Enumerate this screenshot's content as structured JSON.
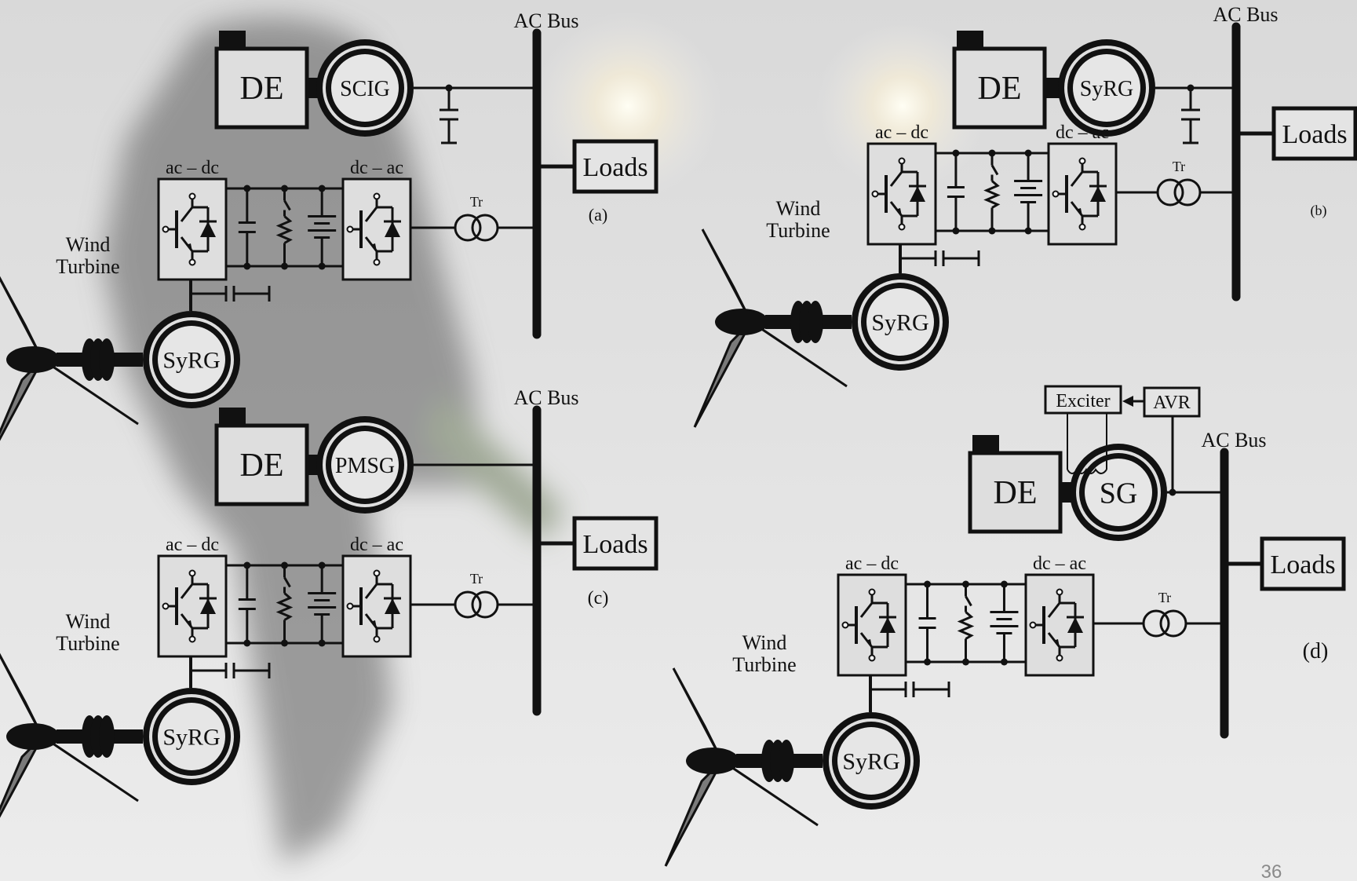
{
  "slide": {
    "page_number": "36"
  },
  "diagrams": [
    {
      "panel": "(a)",
      "ac_bus": "AC Bus",
      "diesel_engine": "DE",
      "generator": "SCIG",
      "has_capacitor": true,
      "loads": "Loads",
      "rectifier": "ac – dc",
      "inverter": "dc – ac",
      "transformer": "Tr",
      "wind_turbine": [
        "Wind",
        "Turbine"
      ],
      "wind_generator": "SyRG"
    },
    {
      "panel": "(b)",
      "ac_bus": "AC Bus",
      "diesel_engine": "DE",
      "generator": "SyRG",
      "has_capacitor": true,
      "loads": "Loads",
      "rectifier": "ac – dc",
      "inverter": "dc – ac",
      "transformer": "Tr",
      "wind_turbine": [
        "Wind",
        "Turbine"
      ],
      "wind_generator": "SyRG"
    },
    {
      "panel": "(c)",
      "ac_bus": "AC Bus",
      "diesel_engine": "DE",
      "generator": "PMSG",
      "has_capacitor": false,
      "loads": "Loads",
      "rectifier": "ac – dc",
      "inverter": "dc – ac",
      "transformer": "Tr",
      "wind_turbine": [
        "Wind",
        "Turbine"
      ],
      "wind_generator": "SyRG"
    },
    {
      "panel": "(d)",
      "ac_bus": "AC Bus",
      "diesel_engine": "DE",
      "generator": "SG",
      "has_capacitor": false,
      "exciter": "Exciter",
      "avr": "AVR",
      "loads": "Loads",
      "rectifier": "ac – dc",
      "inverter": "dc – ac",
      "transformer": "Tr",
      "wind_turbine": [
        "Wind",
        "Turbine"
      ],
      "wind_generator": "SyRG"
    }
  ]
}
